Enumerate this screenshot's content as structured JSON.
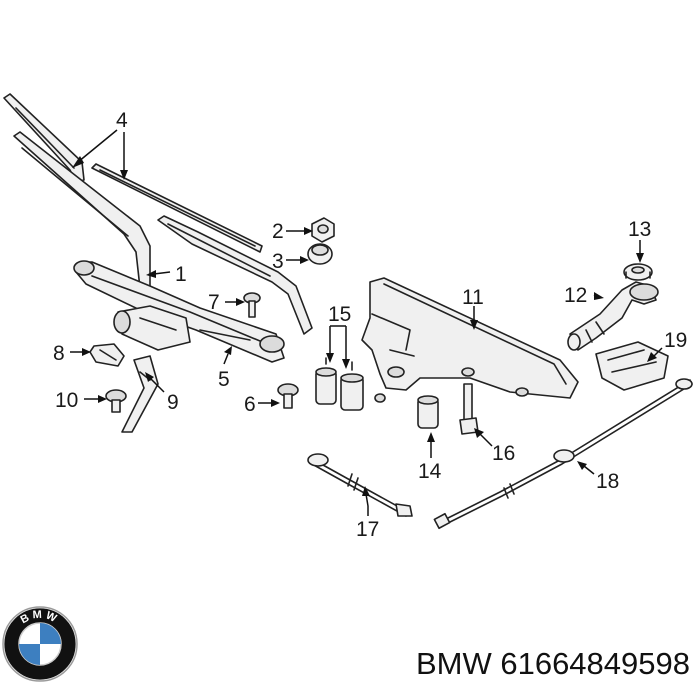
{
  "callouts": [
    {
      "id": "1",
      "label": "1"
    },
    {
      "id": "2",
      "label": "2"
    },
    {
      "id": "3",
      "label": "3"
    },
    {
      "id": "4",
      "label": "4"
    },
    {
      "id": "5",
      "label": "5"
    },
    {
      "id": "6",
      "label": "6"
    },
    {
      "id": "7",
      "label": "7"
    },
    {
      "id": "8",
      "label": "8"
    },
    {
      "id": "9",
      "label": "9"
    },
    {
      "id": "10",
      "label": "10"
    },
    {
      "id": "11",
      "label": "11"
    },
    {
      "id": "12",
      "label": "12"
    },
    {
      "id": "13",
      "label": "13"
    },
    {
      "id": "14",
      "label": "14"
    },
    {
      "id": "15",
      "label": "15"
    },
    {
      "id": "16",
      "label": "16"
    },
    {
      "id": "17",
      "label": "17"
    },
    {
      "id": "18",
      "label": "18"
    },
    {
      "id": "19",
      "label": "19"
    }
  ],
  "caption": {
    "brand": "BMW",
    "part_number": "61664849598"
  },
  "logo": {
    "text": "BMW",
    "colors": {
      "ring": "#111111",
      "blue": "#3d7fc0",
      "white": "#ffffff"
    }
  }
}
